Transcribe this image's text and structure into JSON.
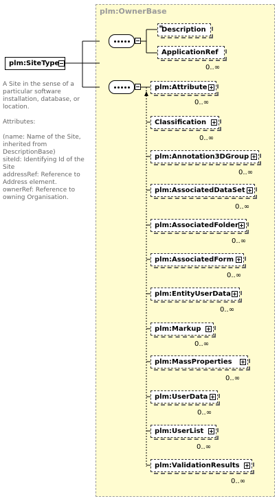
{
  "base_type": {
    "label": "plm:OwnerBase"
  },
  "root": {
    "label": "plm:SiteType"
  },
  "documentation": "A Site in the sense of a particular software installation, database, or location.\n\nAttributes:\n\n(name: Name of the Site, inherited from DescriptionBase)\nsiteId: Identifying Id of the Site\naddressRef: Reference to Address element.\nownerRef: Reference to owning Organisation.",
  "first_sequence": {
    "elements": [
      {
        "label": "Description",
        "cardinality": ""
      },
      {
        "label": "ApplicationRef",
        "cardinality": "0..∞"
      }
    ]
  },
  "second_sequence": {
    "choice": {
      "label": "plm:Attribute",
      "cardinality": "0..∞"
    },
    "elements": [
      {
        "label": "Classification",
        "cardinality": "0..∞"
      },
      {
        "label": "plm:Annotation3DGroup",
        "cardinality": "0..∞"
      },
      {
        "label": "plm:AssociatedDataSet",
        "cardinality": "0..∞"
      },
      {
        "label": "plm:AssociatedFolder",
        "cardinality": "0..∞"
      },
      {
        "label": "plm:AssociatedForm",
        "cardinality": "0..∞"
      },
      {
        "label": "plm:EntityUserData",
        "cardinality": "0..∞"
      },
      {
        "label": "plm:Markup",
        "cardinality": "0..∞"
      },
      {
        "label": "plm:MassProperties",
        "cardinality": "0..∞"
      },
      {
        "label": "plm:UserData",
        "cardinality": "0..∞"
      },
      {
        "label": "plm:UserList",
        "cardinality": "0..∞"
      },
      {
        "label": "plm:ValidationResults",
        "cardinality": "0..∞"
      }
    ]
  }
}
